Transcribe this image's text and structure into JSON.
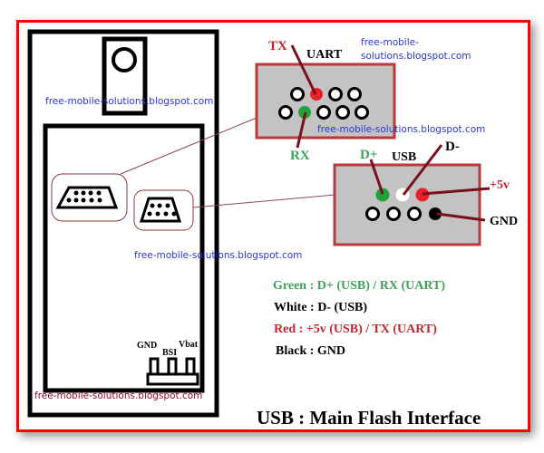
{
  "title": "USB : Main Flash Interface",
  "watermark": "free-mobile-solutions.blogspot.com",
  "watermark_split": [
    "free-mobile-",
    "solutions.blogspot.com"
  ],
  "uart": {
    "label": "UART",
    "tx_label": "TX",
    "rx_label": "RX",
    "top_row_pins": [
      "open",
      "red",
      "open",
      "open"
    ],
    "bottom_row_pins": [
      "open",
      "green",
      "open",
      "open",
      "open"
    ]
  },
  "usb": {
    "label": "USB",
    "dplus_label": "D+",
    "dminus_label": "D-",
    "vcc_label": "+5v",
    "gnd_label": "GND",
    "top_row_pins": [
      "green",
      "white",
      "red"
    ],
    "bottom_row_pins": [
      "open",
      "open",
      "open",
      "black"
    ]
  },
  "battery_pins": {
    "gnd": "GND",
    "bsi": "BSI",
    "vbat": "Vbat"
  },
  "legend": [
    {
      "text": "Green : D+ (USB) / RX (UART)",
      "color": "#3fa05a"
    },
    {
      "text": "White : D- (USB)",
      "color": "#000000"
    },
    {
      "text": "Red : +5v (USB) / TX (UART)",
      "color": "#c0282e"
    },
    {
      "text": "Black : GND",
      "color": "#000000"
    }
  ],
  "colors": {
    "frame": "#ff0000",
    "connector_fill": "#c3c3c3",
    "connector_border": "#b83a3e",
    "leader_line": "#7a0f1e",
    "pin_green": "#22a23a",
    "pin_red": "#e8212b",
    "watermark": "#2a35d6",
    "label_green": "#3fa05a",
    "label_red": "#c0282e"
  }
}
